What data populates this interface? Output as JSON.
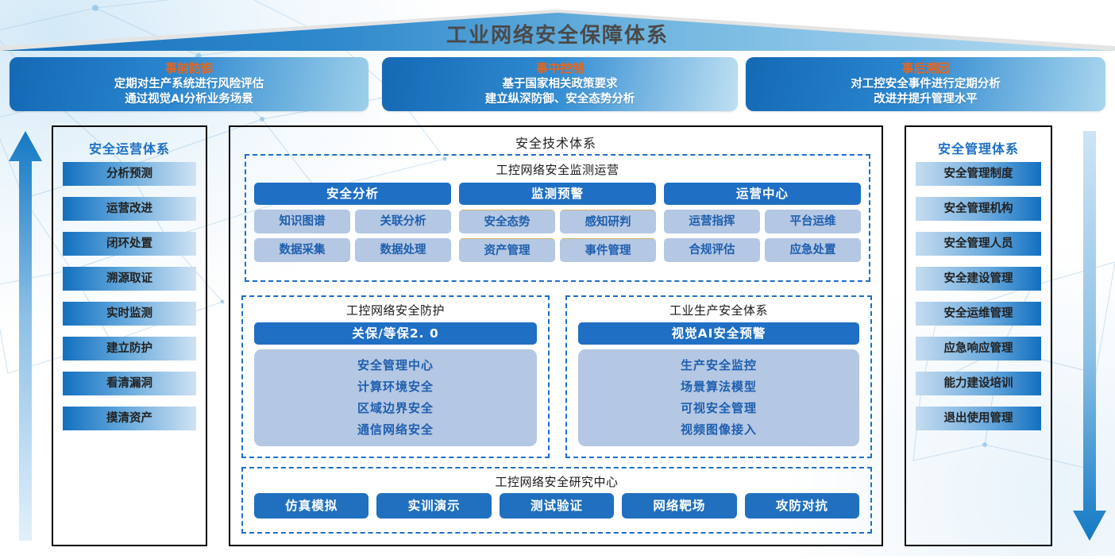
{
  "title": "工业网络安全保障体系",
  "phases": [
    {
      "name": "事前防御",
      "lines": [
        "定期对生产系统进行风险评估",
        "通过视觉AI分析业务场景"
      ]
    },
    {
      "name": "事中控制",
      "lines": [
        "基于国家相关政策要求",
        "建立纵深防御、安全态势分析"
      ]
    },
    {
      "name": "事后溯因",
      "lines": [
        "对工控安全事件进行定期分析",
        "改进并提升管理水平"
      ]
    }
  ],
  "left_panel": {
    "title": "安全运营体系",
    "items": [
      "分析预测",
      "运营改进",
      "闭环处置",
      "溯源取证",
      "实时监测",
      "建立防护",
      "看清漏洞",
      "摸清资产"
    ]
  },
  "right_panel": {
    "title": "安全管理体系",
    "items": [
      "安全管理制度",
      "安全管理机构",
      "安全管理人员",
      "安全建设管理",
      "安全运维管理",
      "应急响应管理",
      "能力建设培训",
      "退出使用管理"
    ]
  },
  "center": {
    "title": "安全技术体系",
    "monitoring": {
      "title": "工控网络安全监测运营",
      "columns": [
        {
          "head": "安全分析",
          "chips": [
            "知识图谱",
            "关联分析",
            "数据采集",
            "数据处理"
          ],
          "accent": "none"
        },
        {
          "head": "监测预警",
          "chips": [
            "安全态势",
            "感知研判",
            "资产管理",
            "事件管理"
          ],
          "accent": "warn"
        },
        {
          "head": "运营中心",
          "chips": [
            "运营指挥",
            "平台运维",
            "合规评估",
            "应急处置"
          ],
          "accent": "none"
        }
      ]
    },
    "mid_panels": [
      {
        "title": "工控网络安全防护",
        "head": "关保/等保2. 0",
        "rows": [
          "安全管理中心",
          "计算环境安全",
          "区域边界安全",
          "通信网络安全"
        ]
      },
      {
        "title": "工业生产安全体系",
        "head": "视觉AI安全预警",
        "rows": [
          "生产安全监控",
          "场景算法模型",
          "可视安全管理",
          "视频图像接入"
        ]
      }
    ],
    "research": {
      "title": "工控网络安全研究中心",
      "pills": [
        "仿真模拟",
        "实训演示",
        "测试验证",
        "网络靶场",
        "攻防对抗"
      ]
    }
  },
  "arrows": {
    "left": "up-arrow",
    "right": "down-arrow"
  },
  "colors": {
    "accent_blue": "#1F6FC4",
    "chip_fill": "#b4c7e3",
    "chip_text": "#1F5FAE",
    "phase_title": "#E8651A",
    "panel_border": "#000000",
    "dashed_border": "#1F6FC4"
  }
}
